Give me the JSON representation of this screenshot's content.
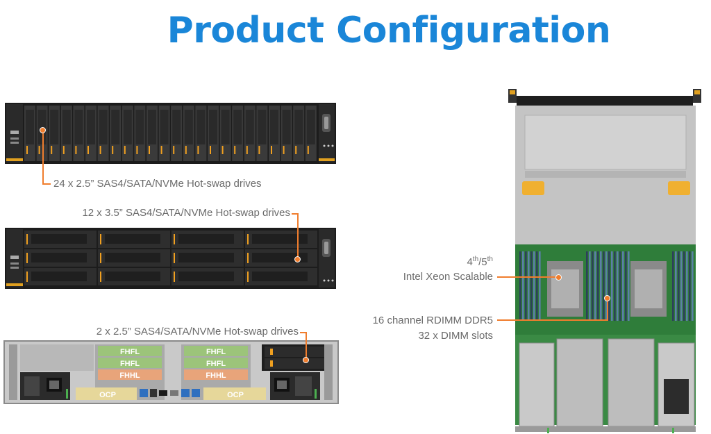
{
  "title": "Product Configuration",
  "front_labels": {
    "drives_24": "24 x 2.5” SAS4/SATA/NVMe Hot-swap drives",
    "drives_12": "12 x 3.5” SAS4/SATA/NVMe Hot-swap drives",
    "drives_2": "2 x 2.5” SAS4/SATA/NVMe Hot-swap drives"
  },
  "rear_slots": {
    "fhfl": "FHFL",
    "fhhl": "FHHL",
    "ocp": "OCP"
  },
  "top_labels": {
    "cpu_gen_base": "4",
    "cpu_gen_sup1": "th",
    "cpu_gen_sep": "/5",
    "cpu_gen_sup2": "th",
    "cpu_name": "Intel Xeon Scalable",
    "memory_channels": "16 channel RDIMM DDR5",
    "dimm_slots": "32 x DIMM slots"
  },
  "colors": {
    "accent": "#f07d2d",
    "title": "#1a86d8",
    "fhfl_fill": "#9cc47a",
    "fhhl_fill": "#e8a47a",
    "ocp_fill": "#e6d79a"
  }
}
